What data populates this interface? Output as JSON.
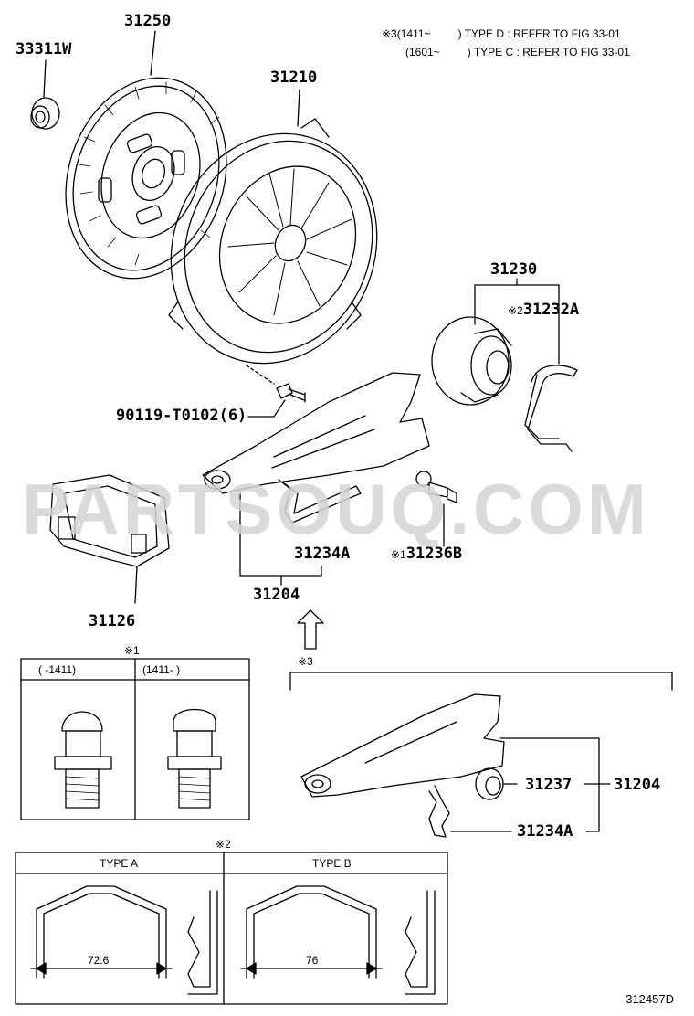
{
  "notes": {
    "line1_marker": "※3",
    "line1_range": "(1411~",
    "line1_range_end": ")",
    "line1_text": "TYPE D : REFER TO FIG 33-01",
    "line2_range": "(1601~",
    "line2_range_end": ")",
    "line2_text": "TYPE C : REFER TO FIG 33-01"
  },
  "parts": {
    "p33311W": "33311W",
    "p31250": "31250",
    "p31210": "31210",
    "p31230": "31230",
    "p31232A": "31232A",
    "p31232A_marker": "※2",
    "p90119": "90119-T0102(6)",
    "p31126": "31126",
    "p31234A": "31234A",
    "p31236B": "31236B",
    "p31236B_marker": "※1",
    "p31204": "31204",
    "p31237": "31237",
    "p31204b": "31204",
    "p31234Ab": "31234A",
    "arrow_marker": "※3"
  },
  "detail1": {
    "marker": "※1",
    "left_header": "(      -1411)",
    "right_header": "(1411-       )"
  },
  "detail2": {
    "marker": "※2",
    "type_a": "TYPE A",
    "type_b": "TYPE B",
    "dim_a": "72.6",
    "dim_b": "76"
  },
  "watermark": "PARTSOUQ.COM",
  "figure_id": "312457D"
}
